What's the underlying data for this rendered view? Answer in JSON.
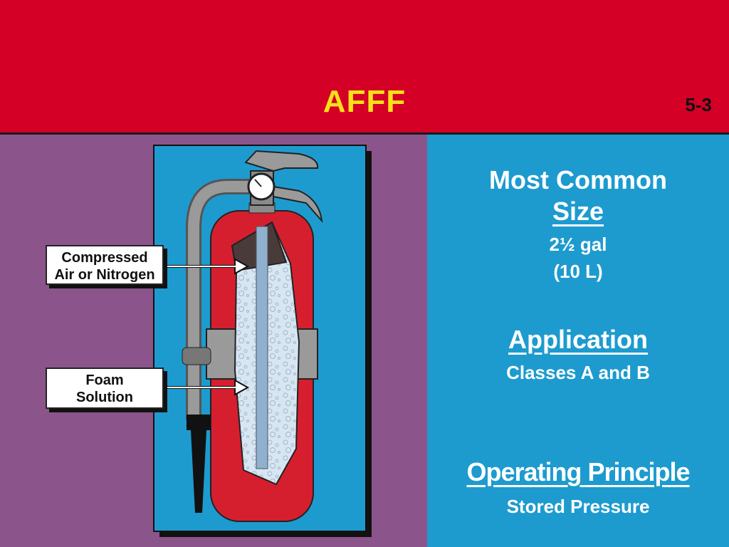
{
  "slide": {
    "title": "AFFF",
    "number": "5-3"
  },
  "callouts": {
    "top_line1": "Compressed",
    "top_line2": "Air or Nitrogen",
    "bottom_line1": "Foam",
    "bottom_line2": "Solution"
  },
  "info": {
    "size_heading_line1": "Most Common",
    "size_heading_line2": "Size",
    "size_value_line1": "2½ gal",
    "size_value_line2": "(10 L)",
    "application_heading": "Application",
    "application_value": "Classes A and B",
    "principle_heading": "Operating Principle",
    "principle_value": "Stored Pressure"
  },
  "colors": {
    "header": "#d40026",
    "title": "#f7e11a",
    "left_panel": "#8b558b",
    "right_panel": "#1d9bcf",
    "extinguisher": "#d61f2e"
  }
}
